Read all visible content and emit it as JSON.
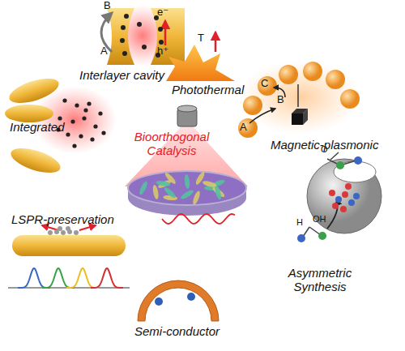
{
  "diagram": {
    "labels": [
      "B",
      "e⁻",
      "A",
      "h⁺",
      "T",
      "Interlayer cavity",
      "Photothermal",
      "Integrated",
      "Bioorthogonal Catalysis",
      "C",
      "B",
      "A",
      "Magnetic-plasmonic",
      "O",
      "H",
      "OH",
      "LSPR-preservation",
      "Asymmetric Synthesis",
      "Semi-conductor"
    ]
  }
}
